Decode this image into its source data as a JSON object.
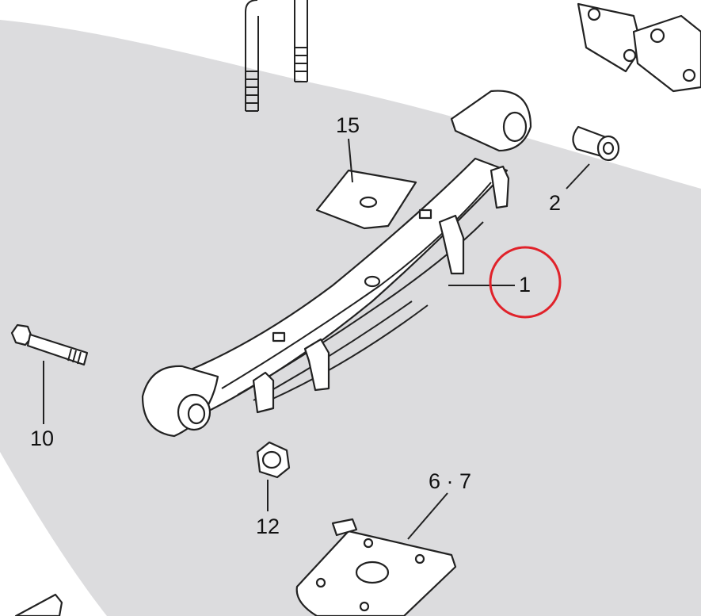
{
  "diagram": {
    "callouts": [
      {
        "id": "1",
        "label": "1",
        "part": "leaf-spring",
        "highlighted": true
      },
      {
        "id": "2",
        "label": "2",
        "part": "bushing"
      },
      {
        "id": "6-7",
        "label": "6 · 7",
        "part": "spring-seat-plate"
      },
      {
        "id": "10",
        "label": "10",
        "part": "bolt"
      },
      {
        "id": "12",
        "label": "12",
        "part": "nut"
      },
      {
        "id": "15",
        "label": "15",
        "part": "spring-pad"
      }
    ],
    "colors": {
      "background_region": "#dcdcde",
      "highlight_circle": "#e0222a",
      "line": "#222222"
    }
  }
}
